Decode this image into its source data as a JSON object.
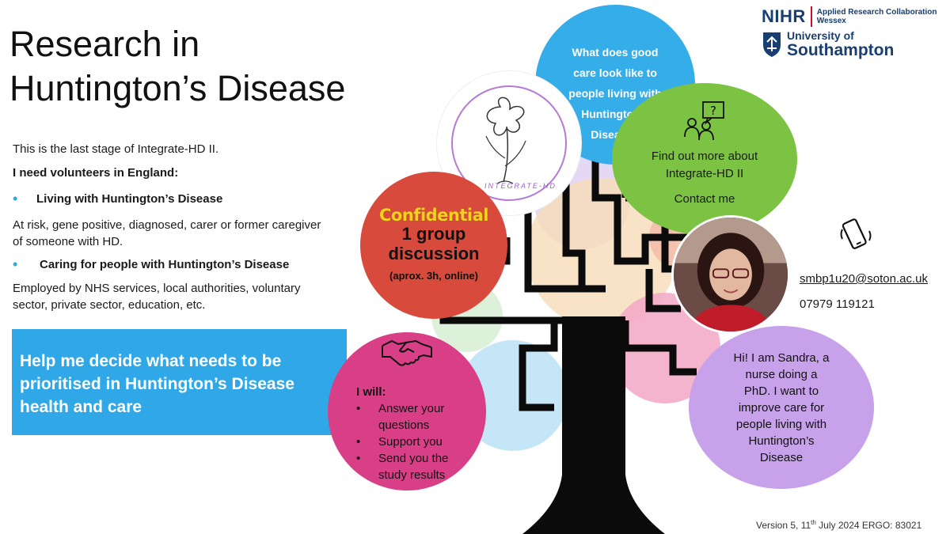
{
  "title": [
    "Research in",
    "Huntington’s Disease"
  ],
  "intro": {
    "line1": "This is the last stage of Integrate-HD II.",
    "line2": "I need volunteers in England:",
    "bullet1": "Living with Huntington’s Disease",
    "desc1": [
      "At risk, gene positive, diagnosed, carer or former caregiver",
      "of someone with HD."
    ],
    "bullet2": "Caring for people with Huntington’s Disease",
    "desc2": [
      "Employed by NHS services, local authorities, voluntary",
      "sector, private sector, education, etc."
    ]
  },
  "banner": [
    "Help me decide what needs to be",
    "prioritised in Huntington’s Disease",
    "health and care"
  ],
  "blue_circle": "What does good care look like to people living with Huntington’s Disease?",
  "logo_text": "INTEGRATE-HD",
  "green_circle": {
    "line1": "Find out more about",
    "line2": "Integrate-HD II",
    "line3": "Contact me"
  },
  "red_circle": {
    "confidential": "Confidential",
    "line2": "1 group",
    "line3": "discussion",
    "line4": "(aprox. 3h, online)"
  },
  "pink_circle": {
    "heading": "I will:",
    "items": [
      "Answer your questions",
      "Support you",
      "Send you the study results"
    ]
  },
  "purple_circle": "Hi! I am Sandra, a nurse doing a PhD. I want to improve care for people living with Huntington’s Disease",
  "contact": {
    "email": "smbp1u20@soton.ac.uk",
    "phone": "07979 119121"
  },
  "nihr": {
    "word": "NIHR",
    "sub1": "Applied Research Collaboration",
    "sub2": "Wessex"
  },
  "soton": {
    "line1": "University of",
    "line2": "Southampton"
  },
  "footer": {
    "pre": "Version 5, 11",
    "sup": "th",
    "post": " July 2024 ERGO: 83021"
  },
  "colors": {
    "banner": "#30a8e8",
    "blue": "#35ade8",
    "green": "#7cc243",
    "red": "#d84a3c",
    "pink": "#d83f87",
    "purple": "#c7a1ea",
    "confidential": "#f3d11e",
    "brand_navy": "#193e72"
  }
}
